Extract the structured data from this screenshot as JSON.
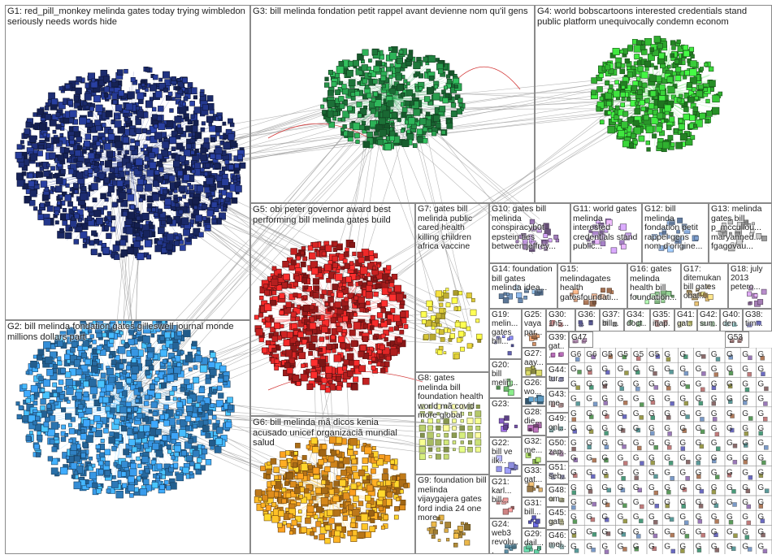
{
  "groups": [
    {
      "id": "G1",
      "label": "G1: red_pill_monkey melinda gates today trying wimbledon seriously needs words hide",
      "color": "#1b2a6b"
    },
    {
      "id": "G2",
      "label": "G2: bill melinda fondation gates gilleswell journal monde millions dollars part",
      "color": "#2f7fc0"
    },
    {
      "id": "G3",
      "label": "G3: bill melinda fondation petit rappel avant devienne nom qu'il gens",
      "color": "#1f7a3c"
    },
    {
      "id": "G4",
      "label": "G4: world bobscartoons interested credentials stand public platform unequivocally condemn econom",
      "color": "#2ca02c"
    },
    {
      "id": "G5",
      "label": "G5: obi peter governor award best performing bill melinda gates build",
      "color": "#b01e1e"
    },
    {
      "id": "G6",
      "label": "G6: bill melinda mã dicos kenia acusado unicef organizaciã mundial salud",
      "color": "#d98a1c"
    },
    {
      "id": "G7",
      "label": "G7: gates bill melinda public cared health killing children africa vaccine",
      "color": "#e6d23a"
    },
    {
      "id": "G8",
      "label": "G8: gates melinda bill foundation health world mã covid more global",
      "color": "#b5c96a"
    },
    {
      "id": "G9",
      "label": "G9: foundation bill melinda vijaygajera gates ford india 24 one more",
      "color": "#b8903a"
    },
    {
      "id": "G10",
      "label": "G10: gates bill melinda conspiracyb0t epstein ties between jeffrey...",
      "color": "#8a6aa0"
    },
    {
      "id": "G11",
      "label": "G11: world gates melinda interested credentials stand public...",
      "color": "#9a78b8"
    },
    {
      "id": "G12",
      "label": "G12: bill melinda fondation petit rappel gens nom d'origine...",
      "color": "#7a9ac8"
    },
    {
      "id": "G13",
      "label": "G13: melinda gates bill p_mccullou... maryanned... fgagovau...",
      "color": "#a0a0a0"
    },
    {
      "id": "G14",
      "label": "G14: foundation bill gates melinda idea...",
      "color": "#6a8ab0"
    },
    {
      "id": "G15",
      "label": "G15: melindagates health gatesfoundati...",
      "color": "#b07a5a"
    },
    {
      "id": "G16",
      "label": "G16: gates melinda health bill foundation...",
      "color": "#7ab07a"
    },
    {
      "id": "G17",
      "label": "G17: ditemukan bill gates obat...",
      "color": "#c0a060"
    },
    {
      "id": "G18",
      "label": "G18: july 2013 petero...",
      "color": "#a07ab0"
    },
    {
      "id": "G19",
      "label": "G19: melin... gates bill...",
      "color": "#6a6ac0"
    },
    {
      "id": "G20",
      "label": "G20: bill melin...",
      "color": "#5a9a5a"
    },
    {
      "id": "G21",
      "label": "G21: karl... bill...",
      "color": "#c07a7a"
    },
    {
      "id": "G22",
      "label": "G22: bill ve ilk...",
      "color": "#7a7ac0"
    },
    {
      "id": "G23",
      "label": "G23:",
      "color": "#6a4a9a"
    },
    {
      "id": "G24",
      "label": "G24: web3 revolu...",
      "color": "#5a8aa0"
    },
    {
      "id": "G25",
      "label": "G25: vaya par...",
      "color": "#9a6a4a"
    },
    {
      "id": "G26",
      "label": "G26: wo...",
      "color": "#4a7a9a"
    },
    {
      "id": "G27",
      "label": "G27: aay...",
      "color": "#9a9a4a"
    },
    {
      "id": "G28",
      "label": "G28: die...",
      "color": "#7a4a7a"
    },
    {
      "id": "G29",
      "label": "G29: dail...",
      "color": "#4a9a7a"
    },
    {
      "id": "G30",
      "label": "G30: 1n5...",
      "color": "#9a4a4a"
    },
    {
      "id": "G31",
      "label": "G31: bill...",
      "color": "#4a4a9a"
    },
    {
      "id": "G32",
      "label": "G32: me...",
      "color": "#7a9a4a"
    },
    {
      "id": "G33",
      "label": "G33: gat...",
      "color": "#9a7a4a"
    },
    {
      "id": "G34",
      "label": "G34: doct...",
      "color": "#4a7a4a"
    },
    {
      "id": "G35",
      "label": "G35: inap...",
      "color": "#7a4a4a"
    },
    {
      "id": "G36",
      "label": "G36: ...",
      "color": "#4a4a7a"
    },
    {
      "id": "G37",
      "label": "G37: bill...",
      "color": "#6a6a6a"
    },
    {
      "id": "G38",
      "label": "G38: tim...",
      "color": "#5a5a9a"
    },
    {
      "id": "G39",
      "label": "G39: gat...",
      "color": "#9a5a9a"
    },
    {
      "id": "G40",
      "label": "G40: den...",
      "color": "#5a9a9a"
    },
    {
      "id": "G41",
      "label": "G41: gat...",
      "color": "#9a9a5a"
    },
    {
      "id": "G42",
      "label": "G42: sun...",
      "color": "#6a8a6a"
    },
    {
      "id": "G43",
      "label": "G43: me...",
      "color": "#8a6a6a"
    },
    {
      "id": "G44",
      "label": "G44: tur...",
      "color": "#6a6a8a"
    },
    {
      "id": "G45",
      "label": "G45: gat...",
      "color": "#8a8a6a"
    },
    {
      "id": "G46",
      "label": "G46: mel...",
      "color": "#6a8a8a"
    },
    {
      "id": "G47",
      "label": "G47",
      "color": "#8a6a8a"
    },
    {
      "id": "G48",
      "label": "G48: om...",
      "color": "#7a7a5a"
    },
    {
      "id": "G49",
      "label": "G49: onl...",
      "color": "#5a7a7a"
    },
    {
      "id": "G50",
      "label": "G50: zap...",
      "color": "#7a5a7a"
    },
    {
      "id": "G51",
      "label": "G51: seb...",
      "color": "#5a5a7a"
    },
    {
      "id": "G53",
      "label": "G53",
      "color": "#7a5a5a"
    }
  ],
  "small_tiles": {
    "glyph": "G",
    "labels": [
      "G6",
      "G6",
      "G5",
      "G5",
      "G5",
      "G5"
    ]
  }
}
